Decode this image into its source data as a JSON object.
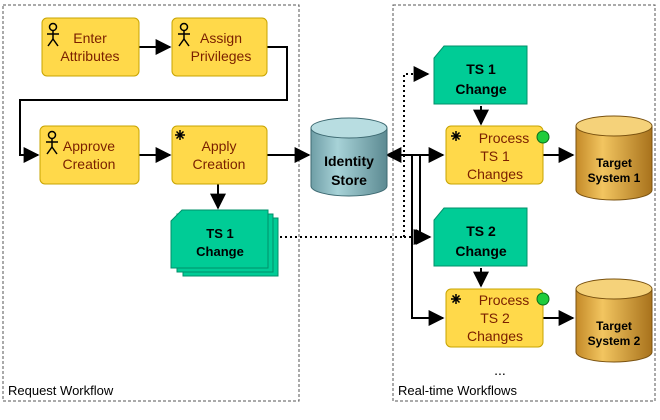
{
  "panels": {
    "request_label": "Request Workflow",
    "realtime_label": "Real-time Workflows"
  },
  "tasks": {
    "enter_attributes": [
      "Enter",
      "Attributes"
    ],
    "assign_privileges": [
      "Assign",
      "Privileges"
    ],
    "approve_creation": [
      "Approve",
      "Creation"
    ],
    "apply_creation": [
      "Apply",
      "Creation"
    ],
    "process_ts1": [
      "Process",
      "TS 1",
      "Changes"
    ],
    "process_ts2": [
      "Process",
      "TS 2",
      "Changes"
    ]
  },
  "documents": {
    "ts1_change_stack": [
      "TS 1",
      "Change"
    ],
    "ts1_change": [
      "TS 1",
      "Change"
    ],
    "ts2_change": [
      "TS 2",
      "Change"
    ]
  },
  "stores": {
    "identity_store": [
      "Identity",
      "Store"
    ],
    "target_system_1": [
      "Target",
      "System 1"
    ],
    "target_system_2": [
      "Target",
      "System 2"
    ]
  },
  "ellipsis": "...",
  "colors": {
    "task_fill": "#ffd94a",
    "task_text": "#7a1f00",
    "doc_fill": "#00cc96",
    "identity_store_fill": "#8fbec4",
    "target_fill": "#e8b448",
    "status_dot": "#1fcc3c"
  }
}
